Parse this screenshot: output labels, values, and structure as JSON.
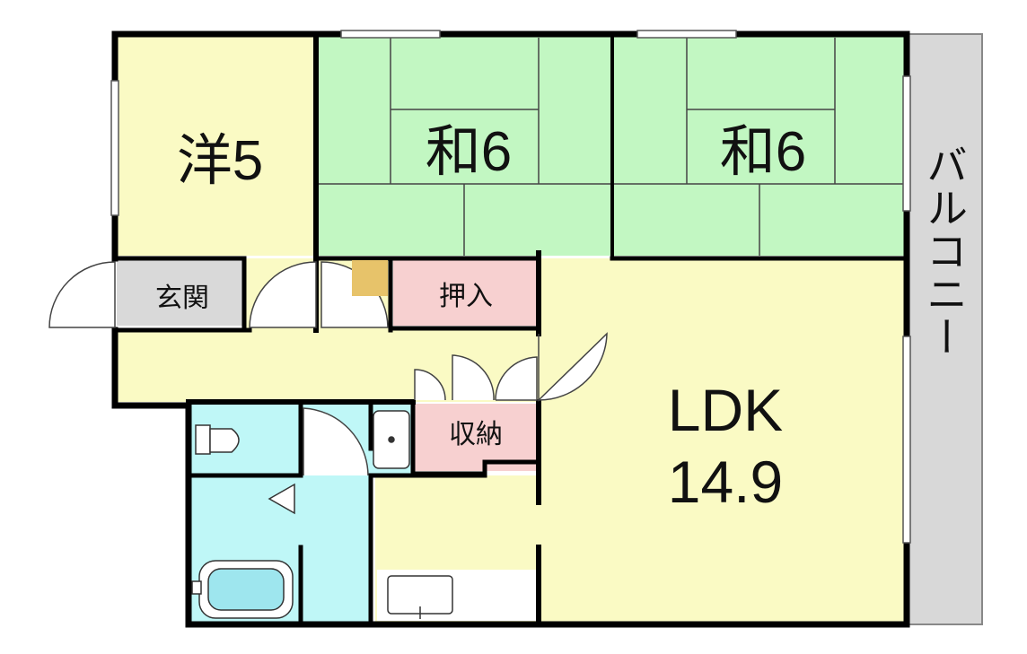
{
  "rooms": {
    "western": "洋5",
    "japanese_1": "和6",
    "japanese_2": "和6",
    "entrance": "玄関",
    "closet": "押入",
    "storage": "収納",
    "ldk_name": "LDK",
    "ldk_size": "14.9",
    "balcony": "バルコニー"
  },
  "colors": {
    "wall": "#000000",
    "western_floor": "#fafac4",
    "tatami": "#c2f7c2",
    "wet_area": "#bff7f7",
    "storage": "#f7d0d0",
    "entrance": "#d9d9d9",
    "balcony": "#d8d8d8",
    "ldk": "#fafac4"
  },
  "icons": [
    "toilet-icon",
    "bathtub-icon",
    "washbasin-icon",
    "kitchen-sink-icon",
    "door-swing-icon",
    "window-icon"
  ]
}
